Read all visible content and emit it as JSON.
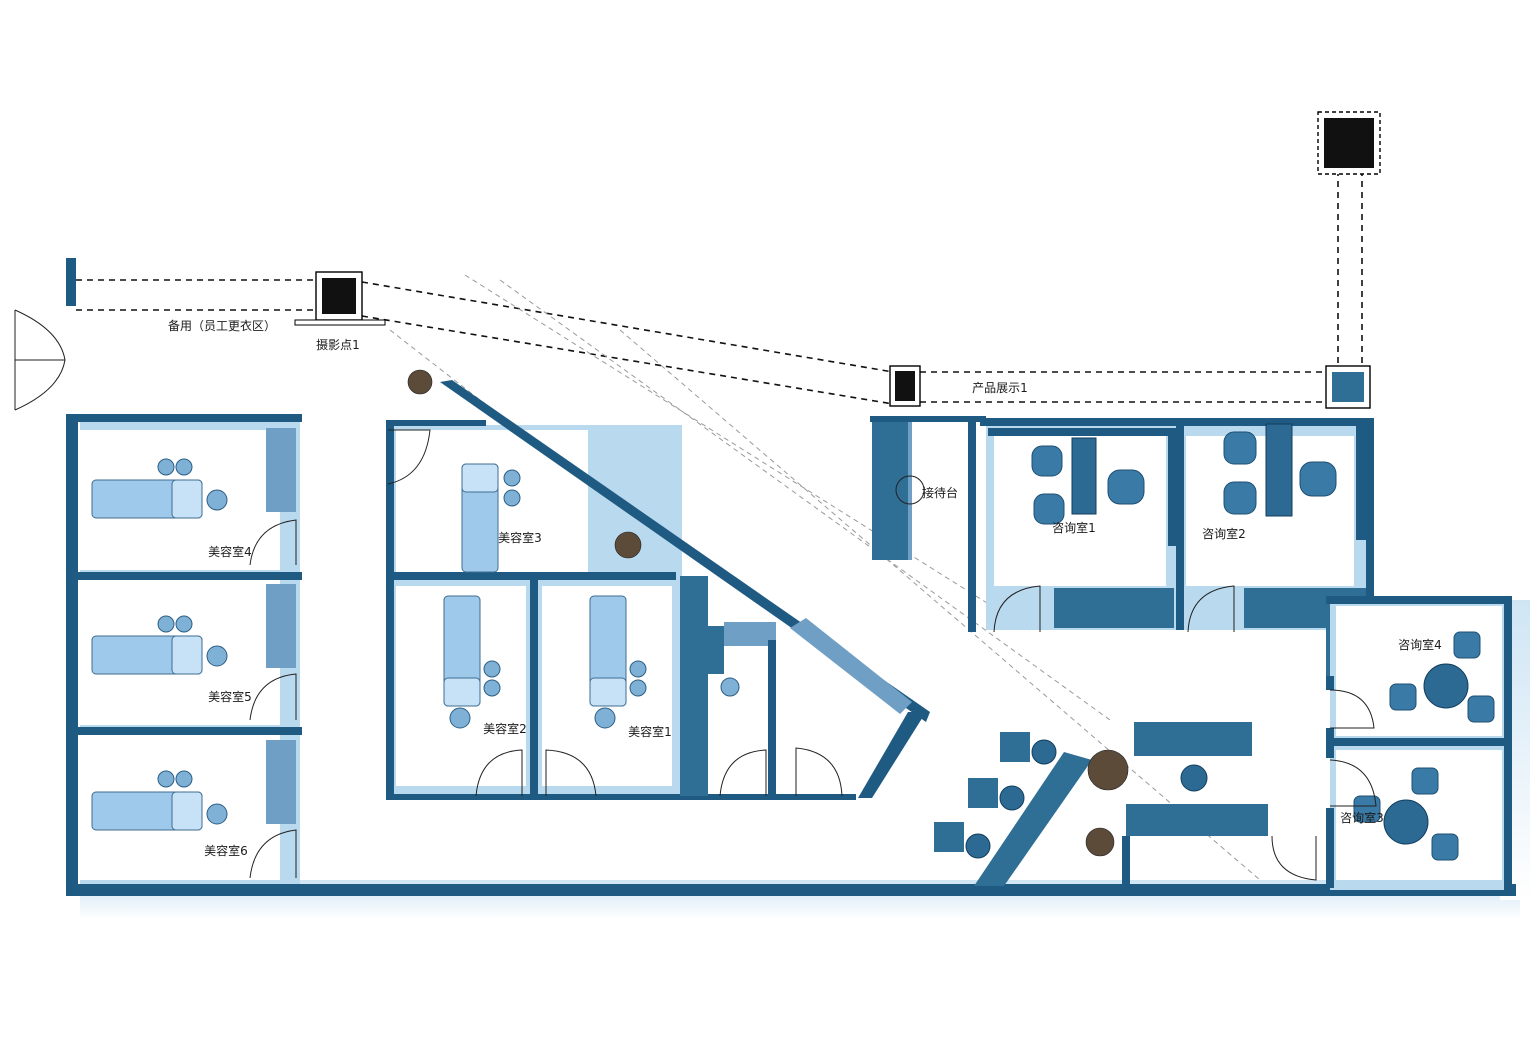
{
  "rooms": {
    "spare": "备用（员工更衣区）",
    "camera1": "摄影点1",
    "display1": "产品展示1",
    "reception": "接待台",
    "beauty1": "美容室1",
    "beauty2": "美容室2",
    "beauty3": "美容室3",
    "beauty4": "美容室4",
    "beauty5": "美容室5",
    "beauty6": "美容室6",
    "consult1": "咨询室1",
    "consult2": "咨询室2",
    "consult3": "咨询室3",
    "consult4": "咨询室4"
  },
  "colors": {
    "wall": "#1e5a82",
    "wall_shadow": "#b9d9ee",
    "furniture": "#9ec9ea",
    "background": "#ffffff"
  },
  "icons": [
    "camera-icon",
    "bed-icon",
    "chair-icon",
    "plant-icon",
    "door-swing-icon",
    "table-icon"
  ]
}
